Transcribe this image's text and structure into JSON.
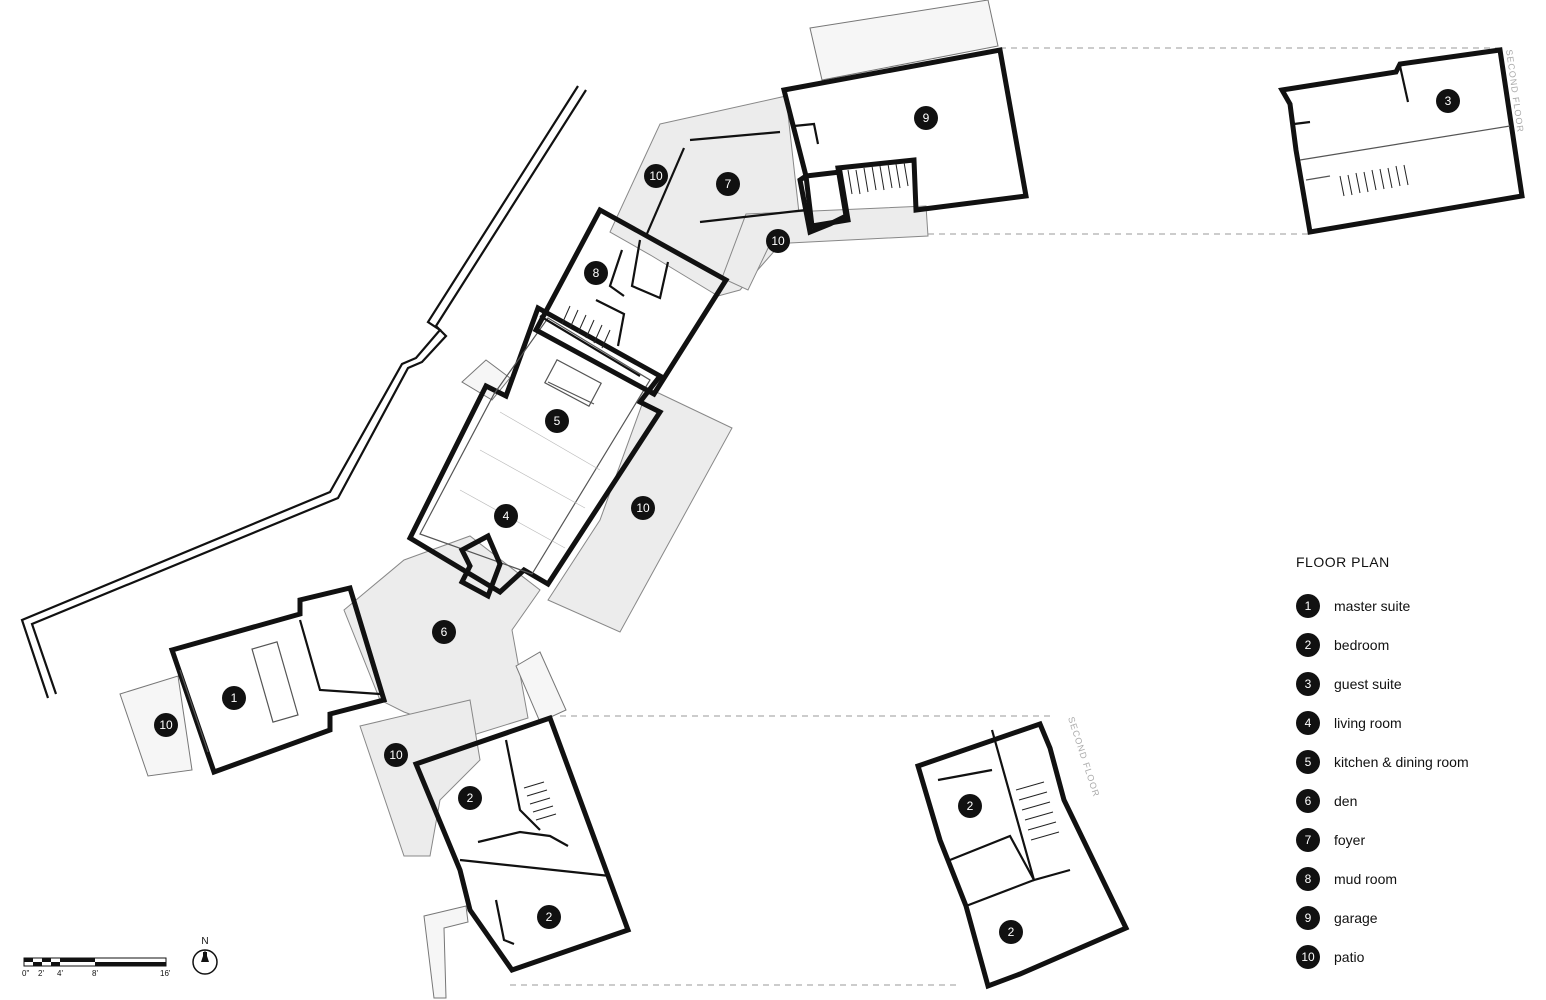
{
  "legend": {
    "title": "FLOOR PLAN",
    "items": [
      {
        "num": "1",
        "label": "master suite"
      },
      {
        "num": "2",
        "label": "bedroom"
      },
      {
        "num": "3",
        "label": "guest suite"
      },
      {
        "num": "4",
        "label": "living room"
      },
      {
        "num": "5",
        "label": "kitchen & dining room"
      },
      {
        "num": "6",
        "label": "den"
      },
      {
        "num": "7",
        "label": "foyer"
      },
      {
        "num": "8",
        "label": "mud room"
      },
      {
        "num": "9",
        "label": "garage"
      },
      {
        "num": "10",
        "label": "patio"
      }
    ]
  },
  "annotations": {
    "second_floor_top": "SECOND FLOOR",
    "second_floor_bottom": "SECOND FLOOR"
  },
  "scale_bar": {
    "ticks": [
      "0\"",
      "2'",
      "4'",
      "8'",
      "16'"
    ]
  },
  "north_arrow": {
    "label": "N"
  },
  "markers": [
    "1",
    "2",
    "2",
    "2",
    "2",
    "3",
    "4",
    "5",
    "6",
    "7",
    "8",
    "9",
    "10",
    "10",
    "10",
    "10",
    "10"
  ]
}
